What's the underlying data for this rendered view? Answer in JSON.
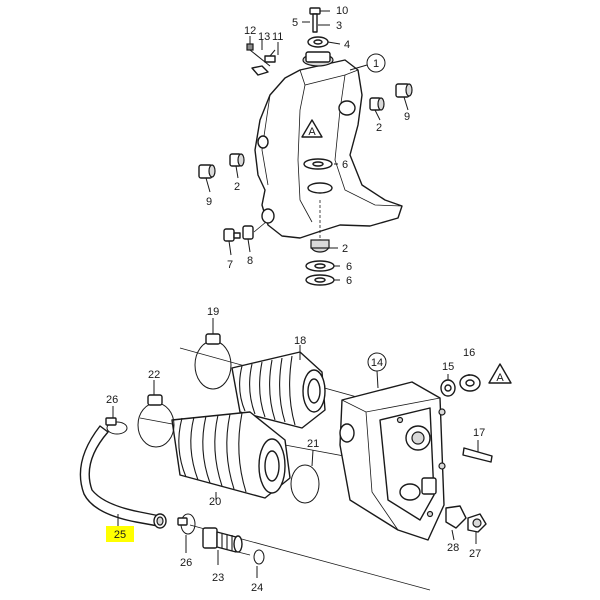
{
  "callouts": {
    "c1": "1",
    "c2a": "2",
    "c2b": "2",
    "c2c": "2",
    "c3": "3",
    "c4": "4",
    "c5": "5",
    "c6a": "6",
    "c6b": "6",
    "c6c": "6",
    "c7": "7",
    "c8": "8",
    "c9a": "9",
    "c9b": "9",
    "c10": "10",
    "c11": "11",
    "c12": "12",
    "c13": "13",
    "c14": "14",
    "c15": "15",
    "c16": "16",
    "c17": "17",
    "c18": "18",
    "c19": "19",
    "c20": "20",
    "c21": "21",
    "c22": "22",
    "c23": "23",
    "c24": "24",
    "c25": "25",
    "c26a": "26",
    "c26b": "26",
    "c27": "27",
    "c28": "28"
  },
  "warnings": {
    "wa": "A",
    "wb": "A"
  },
  "highlight_color": "#ffff00"
}
